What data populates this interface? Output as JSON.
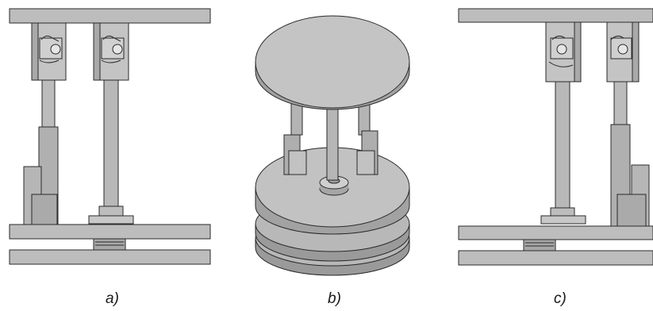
{
  "figures": [
    {
      "caption": "a)",
      "view": "front-view-retracted-left"
    },
    {
      "caption": "b)",
      "view": "isometric-view"
    },
    {
      "caption": "c)",
      "view": "front-view-retracted-right"
    }
  ],
  "colors": {
    "part_fill": "#b4b4b4",
    "part_light": "#cdcdcd",
    "part_dark": "#8e8e8e",
    "outline": "#2a2a2a",
    "background": "#ffffff"
  }
}
